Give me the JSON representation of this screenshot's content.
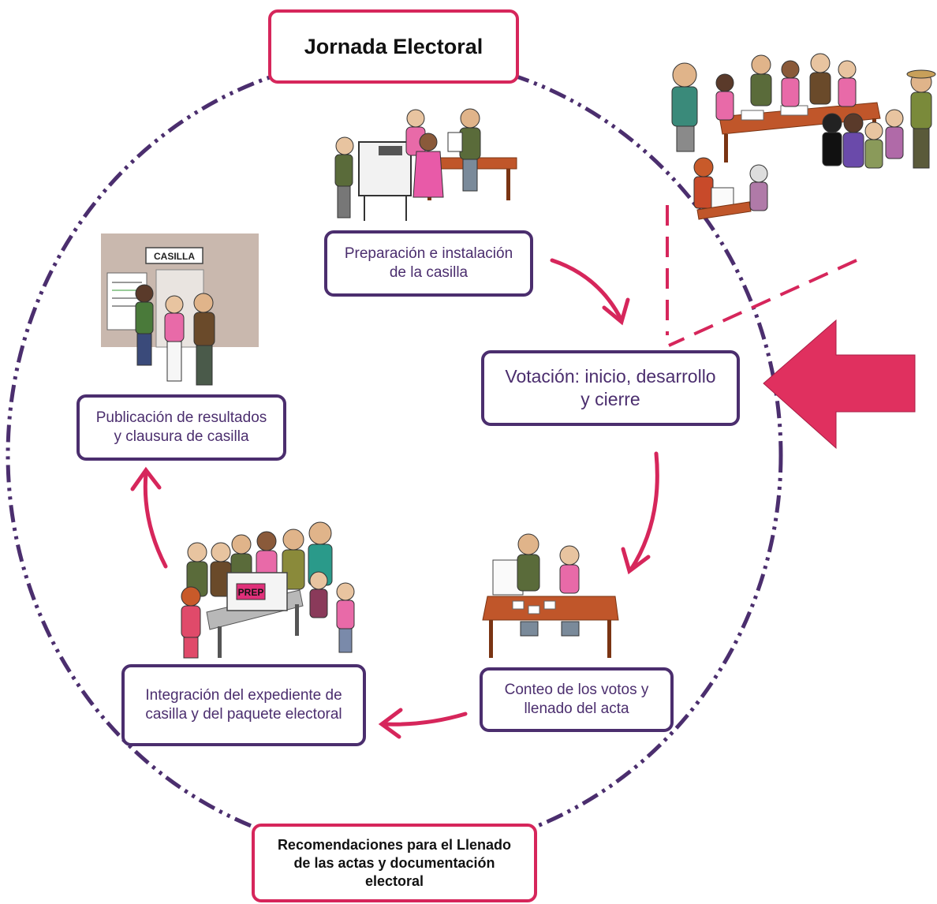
{
  "title": "Jornada Electoral",
  "footer": "Recomendaciones para el Llenado\nde las actas y documentación\nelectoral",
  "steps": [
    {
      "label": "Preparación e instalación\nde la casilla"
    },
    {
      "label": "Votación: inicio, desarrollo\ny cierre"
    },
    {
      "label": "Conteo de los votos y\nllenado del acta"
    },
    {
      "label": "Integración del expediente de\ncasilla y del paquete electoral"
    },
    {
      "label": "Publicación de resultados\ny clausura de casilla"
    }
  ],
  "illustrations": {
    "casilla_sign": "CASILLA",
    "ballot_box_label": "PREP"
  },
  "colors": {
    "accent": "#d6265b",
    "box_border": "#4b2e6e",
    "ring": "#4b2e6e"
  }
}
